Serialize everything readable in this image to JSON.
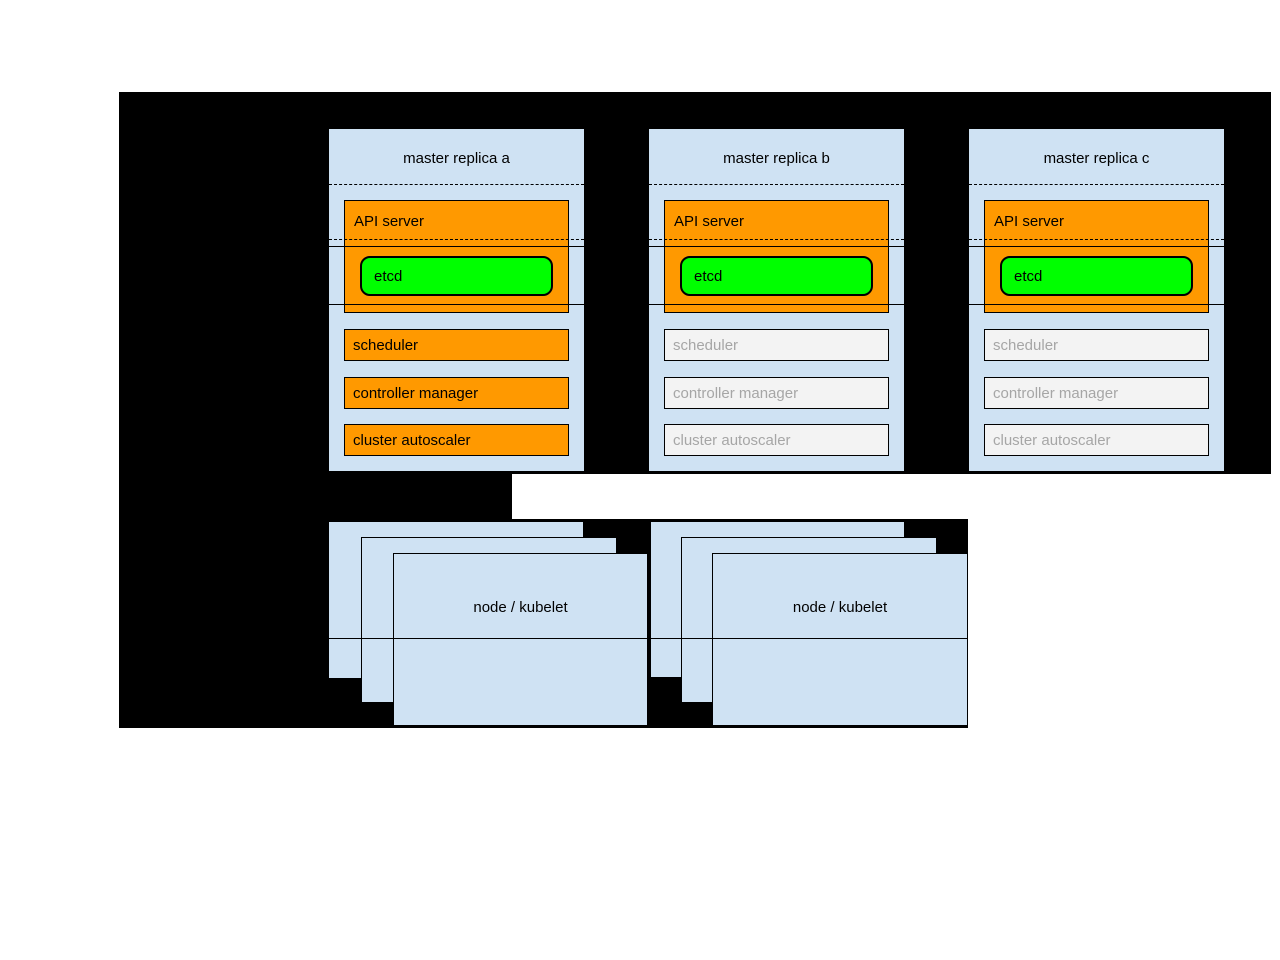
{
  "diagram": {
    "masters": [
      {
        "title": "master replica a",
        "state": "active",
        "api_server": "API server",
        "etcd": "etcd",
        "scheduler": "scheduler",
        "controller_manager": "controller manager",
        "cluster_autoscaler": "cluster autoscaler"
      },
      {
        "title": "master replica b",
        "state": "standby",
        "api_server": "API server",
        "etcd": "etcd",
        "scheduler": "scheduler",
        "controller_manager": "controller manager",
        "cluster_autoscaler": "cluster autoscaler"
      },
      {
        "title": "master replica c",
        "state": "standby",
        "api_server": "API server",
        "etcd": "etcd",
        "scheduler": "scheduler",
        "controller_manager": "controller manager",
        "cluster_autoscaler": "cluster autoscaler"
      }
    ],
    "nodes": [
      {
        "title": "node / kubelet"
      },
      {
        "title": "node / kubelet"
      }
    ],
    "colors": {
      "panel": "#cfe2f3",
      "active": "#ff9900",
      "etcd_green": "#00ff00",
      "inactive_fill": "#f3f3f3",
      "inactive_text": "#a6a6a6",
      "background": "#000000"
    }
  }
}
